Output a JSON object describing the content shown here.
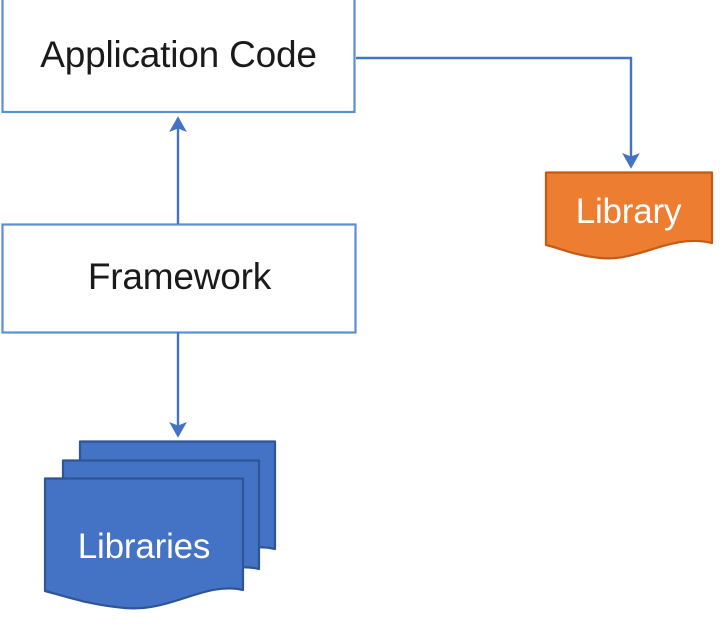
{
  "diagram": {
    "type": "relationship-diagram",
    "background_color": "#FFFFFF",
    "colors": {
      "box_fill": "#FFFFFF",
      "box_stroke": "#5B8FD4",
      "connector": "#4472C4",
      "library_fill": "#ED7D31",
      "library_stroke": "#C55A11",
      "libraries_fill": "#4472C4",
      "libraries_stroke": "#2F5597",
      "dark_text": "#1A1A1A",
      "light_text": "#FFFFFF"
    },
    "nodes": [
      {
        "id": "application-code",
        "label": "Application Code",
        "shape": "rectangle",
        "fill": "#FFFFFF",
        "text_color": "#1A1A1A"
      },
      {
        "id": "framework",
        "label": "Framework",
        "shape": "rectangle",
        "fill": "#FFFFFF",
        "text_color": "#1A1A1A"
      },
      {
        "id": "library",
        "label": "Library",
        "shape": "document",
        "fill": "#ED7D31",
        "text_color": "#FFFFFF"
      },
      {
        "id": "libraries",
        "label": "Libraries",
        "shape": "stacked-document",
        "stack_count": 3,
        "fill": "#4472C4",
        "text_color": "#FFFFFF"
      }
    ],
    "connectors": [
      {
        "id": "app-code-to-library",
        "from": "application-code",
        "to": "library",
        "style": "elbow",
        "arrow": "end",
        "color": "#4472C4"
      },
      {
        "id": "framework-to-app-code",
        "from": "framework",
        "to": "application-code",
        "style": "straight",
        "arrow": "end",
        "color": "#4472C4"
      },
      {
        "id": "framework-to-libraries",
        "from": "framework",
        "to": "libraries",
        "style": "straight",
        "arrow": "end",
        "color": "#4472C4"
      }
    ]
  }
}
